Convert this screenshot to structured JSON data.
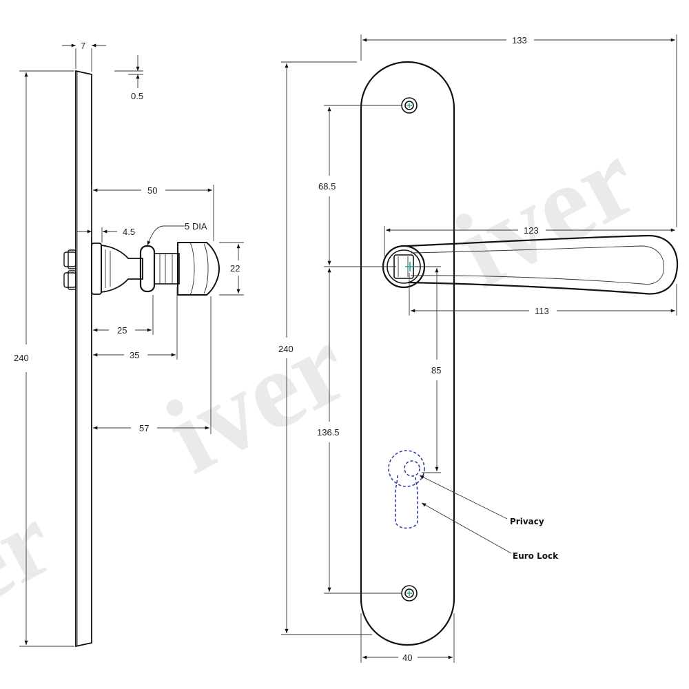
{
  "watermark": {
    "text_left": "er",
    "text_center": "iver",
    "text_right": "iver"
  },
  "side_view": {
    "dims": {
      "thickness": "7",
      "offset": "0.5",
      "height": "240",
      "projection": "50",
      "neck": "4.5",
      "pin": "5 DIA",
      "knob_dia": "22",
      "d25": "25",
      "d35": "35",
      "d57": "57"
    }
  },
  "front_view": {
    "dims": {
      "overall_width": "133",
      "lever_span": "123",
      "lever_length": "113",
      "height": "240",
      "upper": "68.5",
      "lower": "136.5",
      "centre": "85",
      "plate_width": "40"
    },
    "callouts": {
      "privacy": "Privacy",
      "euro_lock": "Euro Lock"
    }
  },
  "colors": {
    "line": "#111111",
    "cutout": "#2f3fa3",
    "center_mark": "#1a9c8c",
    "watermark": "#d9d9d9"
  }
}
